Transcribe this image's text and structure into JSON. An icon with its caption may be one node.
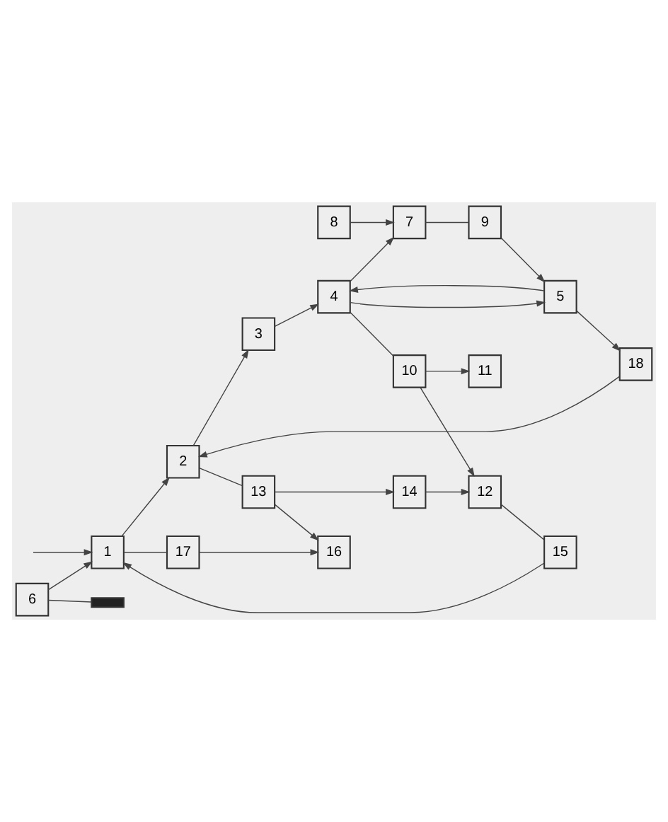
{
  "diagram": {
    "nodes": [
      {
        "text": [
          "1"
        ]
      },
      {
        "text": [
          "2"
        ]
      },
      {
        "text": [
          "3"
        ]
      },
      {
        "text": [
          "4"
        ]
      },
      {
        "text": [
          "5"
        ]
      },
      {
        "text": [
          "6"
        ]
      },
      {
        "text": [
          "7"
        ]
      },
      {
        "text": [
          "8"
        ]
      },
      {
        "text": [
          "9"
        ]
      },
      {
        "text": [
          "10"
        ]
      },
      {
        "text": [
          "11"
        ]
      },
      {
        "text": [
          "12"
        ]
      },
      {
        "text": [
          "13"
        ]
      },
      {
        "text": [
          "14"
        ]
      },
      {
        "text": [
          "15"
        ]
      },
      {
        "text": [
          "16"
        ]
      },
      {
        "text": [
          "17"
        ]
      },
      {
        "text": [
          "18"
        ]
      },
      {
        "text": [],
        "shape": "bar"
      }
    ],
    "edges": [
      {
        "from": null,
        "to": 0,
        "arrow": "to"
      },
      {
        "from": 5,
        "to": 0,
        "arrow": "to"
      },
      {
        "from": 0,
        "to": 1,
        "arrow": "to"
      },
      {
        "from": 17,
        "to": 1,
        "arrow": "to"
      },
      {
        "from": 4,
        "to": 17,
        "arrow": "to"
      },
      {
        "from": 1,
        "to": 2,
        "arrow": "to"
      },
      {
        "from": 2,
        "to": 3,
        "arrow": "to"
      },
      {
        "from": 5,
        "to": 18,
        "arrow": "none"
      },
      {
        "from": 4,
        "to": 3,
        "arrow": "to"
      },
      {
        "from": 3,
        "to": 4,
        "arrow": "to"
      },
      {
        "from": 3,
        "to": 6,
        "arrow": "to"
      },
      {
        "from": 7,
        "to": 6,
        "arrow": "to"
      },
      {
        "from": 6,
        "to": 8,
        "arrow": "none"
      },
      {
        "from": 8,
        "to": 4,
        "arrow": "to"
      },
      {
        "from": 3,
        "to": 9,
        "arrow": "none"
      },
      {
        "from": 9,
        "to": 10,
        "arrow": "to"
      },
      {
        "from": 9,
        "to": 11,
        "arrow": "to"
      },
      {
        "from": 1,
        "to": 12,
        "arrow": "none"
      },
      {
        "from": 12,
        "to": 13,
        "arrow": "to"
      },
      {
        "from": 12,
        "to": 15,
        "arrow": "to"
      },
      {
        "from": 13,
        "to": 11,
        "arrow": "to"
      },
      {
        "from": 11,
        "to": 14,
        "arrow": "none"
      },
      {
        "from": 14,
        "to": 0,
        "arrow": "to"
      },
      {
        "from": 0,
        "to": 16,
        "arrow": "none"
      },
      {
        "from": 16,
        "to": 15,
        "arrow": "to"
      }
    ]
  }
}
